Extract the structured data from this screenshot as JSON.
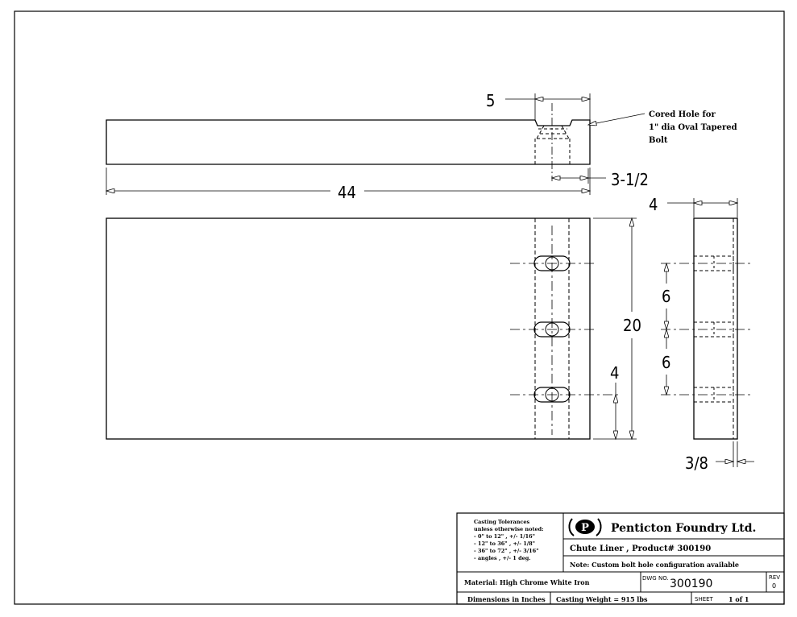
{
  "dimensions": {
    "top_width_5": "5",
    "bolt_offset": "3-1/2",
    "overall_length": "44",
    "side_width": "4",
    "height": "20",
    "spacing_1": "6",
    "spacing_2": "6",
    "bottom_hole": "4",
    "thickness_offset": "3/8"
  },
  "callout": {
    "line1": "Cored Hole for",
    "line2": "1\" dia Oval Tapered",
    "line3": "Bolt"
  },
  "title_block": {
    "tolerances": {
      "line1": "Casting Tolerances",
      "line2": "unless otherwise noted:",
      "line3": "- 0\" to 12\"  , +/- 1/16\"",
      "line4": "- 12\" to 36\"  , +/- 1/8\"",
      "line5": "- 36\" to 72\"  , +/- 3/16\"",
      "line6": "- angles      , +/- 1 deg."
    },
    "logo_letter": "P",
    "company": "Penticton Foundry Ltd.",
    "part_name": "Chute Liner , Product# 300190",
    "note": "Note: Custom bolt hole configuration available",
    "material": "Material: High Chrome White Iron",
    "dwg_label": "DWG NO.",
    "dwg_no": "300190",
    "rev_label": "REV",
    "rev": "0",
    "units": "Dimensions in Inches",
    "weight": "Casting Weight = 915 lbs",
    "sheet_label": "SHEET",
    "sheet": "1 of 1"
  }
}
